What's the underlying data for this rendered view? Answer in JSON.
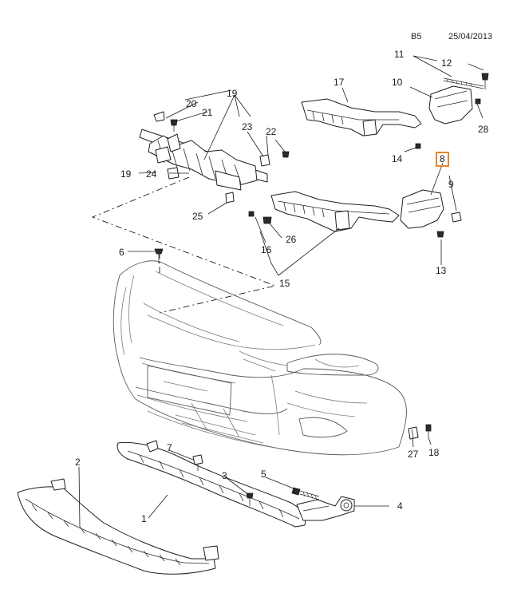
{
  "header": {
    "section_code": "B5",
    "date": "25/04/2013"
  },
  "callouts": {
    "c1": "1",
    "c2": "2",
    "c3": "3",
    "c4": "4",
    "c5": "5",
    "c6": "6",
    "c7": "7",
    "c8": "8",
    "c9": "9",
    "c10": "10",
    "c11": "11",
    "c12": "12",
    "c13": "13",
    "c14": "14",
    "c15": "15",
    "c16": "16",
    "c17": "17",
    "c18": "18",
    "c19a": "19",
    "c19b": "19",
    "c20": "20",
    "c21": "21",
    "c22": "22",
    "c23": "23",
    "c24": "24",
    "c25": "25",
    "c26": "26",
    "c27": "27",
    "c28": "28"
  },
  "selected_callout": "8",
  "colors": {
    "selection_highlight": "#e8832a",
    "line": "#1f1f1f"
  }
}
